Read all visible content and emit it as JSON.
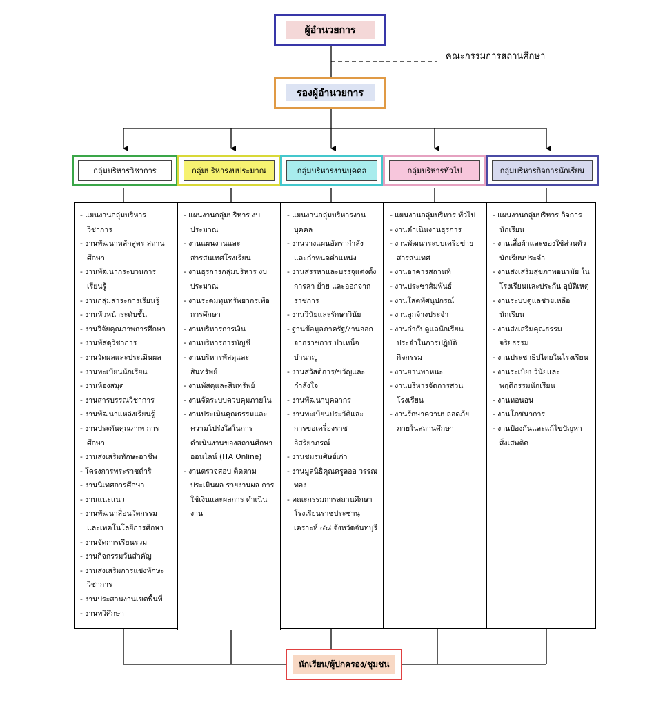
{
  "director": "ผู้อำนวยการ",
  "committee": "คณะกรรมการสถานศึกษา",
  "deputy": "รองผู้อำนวยการ",
  "groups": [
    {
      "title": "กลุ่มบริหารวิชาการ",
      "items": [
        "- แผนงานกลุ่มบริหาร วิชาการ",
        "- งานพัฒนาหลักสูตร สถานศึกษา",
        "- งานพัฒนากระบวนการ เรียนรู้",
        "- งานกลุ่มสาระการเรียนรู้",
        "- งานหัวหน้าระดับชั้น",
        "- งานวิจัยคุณภาพการศึกษา",
        "- งานพัสดุวิชาการ",
        "- งานวัดผลและประเมินผล",
        "- งานทะเบียนนักเรียน",
        "- งานห้องสมุด",
        "- งานสารบรรณวิชาการ",
        "- งานพัฒนาแหล่งเรียนรู้",
        "- งานประกันคุณภาพ การศึกษา",
        "- งานส่งเสริมทักษะอาชีพ",
        "- โครงการพระราชดำริ",
        "- งานนิเทศการศึกษา",
        "- งานแนะแนว",
        "- งานพัฒนาสื่อนวัตกรรม และเทคโนโลยีการศึกษา",
        "- งานจัดการเรียนรวม",
        "- งานกิจกรรมวันสำคัญ",
        "- งานส่งเสริมการแข่งทักษะ วิชาการ",
        "- งานประสานงานเขตพื้นที่",
        "- งานทวิศึกษา"
      ]
    },
    {
      "title": "กลุ่มบริหารงบประมาณ",
      "items": [
        "- แผนงานกลุ่มบริหาร งบประมาณ",
        "- งานแผนงานและ สารสนเทศโรงเรียน",
        "- งานธุรการกลุ่มบริหาร งบประมาณ",
        "- งานระดมทุนทรัพยากรเพื่อ การศึกษา",
        "- งานบริหารการเงิน",
        "- งานบริหารการบัญชี",
        "- งานบริหารพัสดุและ สินทรัพย์",
        "- งานพัสดุและสินทรัพย์",
        "- งานจัดระบบควบคุมภายใน",
        "- งานประเมินคุณธรรมและ ความโปร่งใสในการ ดำเนินงานของสถานศึกษา ออนไลน์ (ITA Online)",
        "- งานตรวจสอบ ติดตาม ประเมินผล รายงานผล การใช้เงินและผลการ ดำเนินงาน"
      ]
    },
    {
      "title": "กลุ่มบริหารงานบุคคล",
      "items": [
        "- แผนงานกลุ่มบริหารงาน บุคคล",
        "- งานวางแผนอัตรากำลัง และกำหนดตำแหน่ง",
        "- งานสรรหาและบรรจุแต่งตั้ง การลา ย้าย และออกจาก ราชการ",
        "- งานวินัยและรักษาวินัย",
        "- ฐานข้อมูลภาครัฐ/งานออก จากราชการ บำเหน็จ บำนาญ",
        "- งานสวัสดิการ/ขวัญและ กำลังใจ",
        "- งานพัฒนาบุคลากร",
        "- งานทะเบียนประวัติและ การขอเครื่องราชอิสริยาภรณ์",
        "- งานชมรมศิษย์เก่า",
        "- งานมูลนิธิคุณครูลออ วรรณทอง",
        "- คณะกรรมการสถานศึกษา โรงเรียนราชประชานุเคราะห์ ๔๘ จังหวัดจันทบุรี"
      ]
    },
    {
      "title": "กลุ่มบริหารทั่วไป",
      "items": [
        "- แผนงานกลุ่มบริหาร ทั่วไป",
        "- งานดำเนินงานธุรการ",
        "- งานพัฒนาระบบเครือข่าย สารสนเทศ",
        "- งานอาคารสถานที่",
        "- งานประชาสัมพันธ์",
        "- งานโสตทัศนูปกรณ์",
        "- งานลูกจ้างประจำ",
        "- งานกำกับดูแลนักเรียน ประจำในการปฏิบัติกิจกรรม",
        "- งานยานพาหนะ",
        "- งานบริหารจัดการสวน โรงเรียน",
        "- งานรักษาความปลอดภัย ภายในสถานศึกษา"
      ]
    },
    {
      "title": "กลุ่มบริหารกิจการนักเรียน",
      "items": [
        "- แผนงานกลุ่มบริหาร กิจการนักเรียน",
        "- งานเสื้อผ้าและของใช้ส่วนตัว นักเรียนประจำ",
        "- งานส่งเสริมสุขภาพอนามัย ในโรงเรียนและประกัน อุบัติเหตุ",
        "- งานระบบดูแลช่วยเหลือ นักเรียน",
        "- งานส่งเสริมคุณธรรม จริยธรรม",
        "- งานประชาธิปไตยในโรงเรียน",
        "- งานระเบียบวินัยและ พฤติกรรมนักเรียน",
        "- งานหอนอน",
        "- งานโภชนาการ",
        "- งานป้องกันและแก้ไขปัญหา สิ่งเสพติด"
      ]
    }
  ],
  "stakeholders": "นักเรียน/ผู้ปกครอง/ชุมชน"
}
